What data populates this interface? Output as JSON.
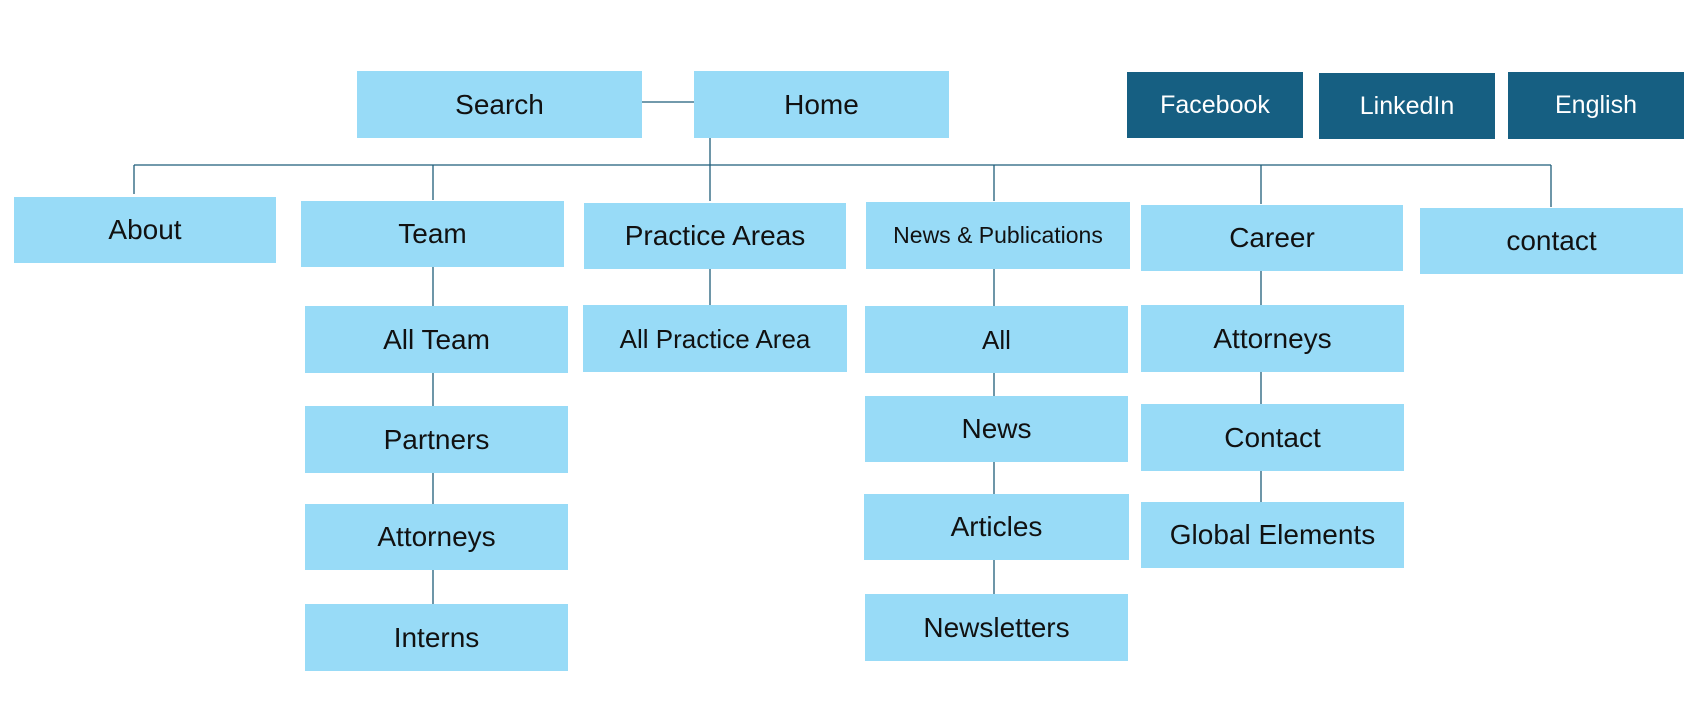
{
  "colors": {
    "box_fill": "#98dbf7",
    "social_fill": "#165f82",
    "social_text": "#ffffff",
    "line": "#1f5d7a",
    "text": "#111111"
  },
  "top": {
    "search": "Search",
    "home": "Home"
  },
  "social": {
    "facebook": "Facebook",
    "linkedin": "LinkedIn",
    "english": "English"
  },
  "sections": {
    "about": {
      "label": "About"
    },
    "team": {
      "label": "Team",
      "children": [
        "All Team",
        "Partners",
        "Attorneys",
        "Interns"
      ]
    },
    "practice": {
      "label": "Practice Areas",
      "children": [
        "All Practice Area"
      ]
    },
    "news": {
      "label": "News & Publications",
      "children": [
        "All",
        "News",
        "Articles",
        "Newsletters"
      ]
    },
    "career": {
      "label": "Career",
      "children": [
        "Attorneys",
        "Contact",
        "Global Elements"
      ]
    },
    "contact": {
      "label": "contact"
    }
  }
}
